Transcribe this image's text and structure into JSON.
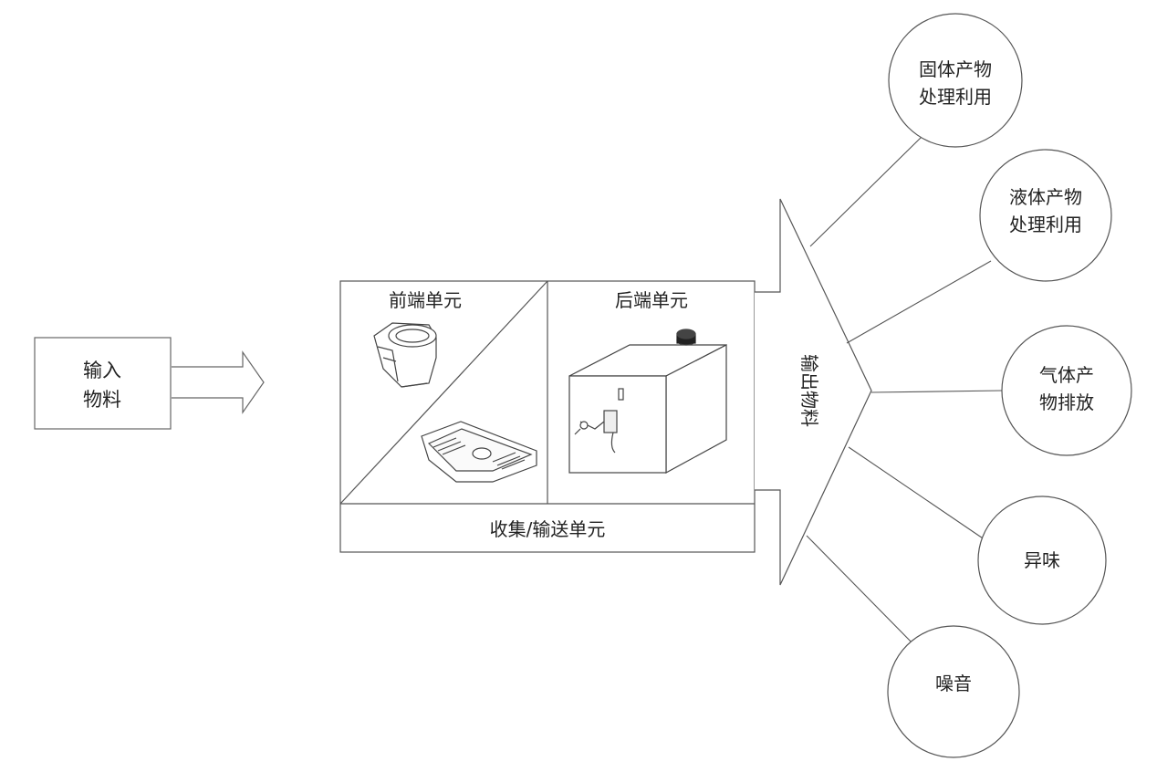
{
  "input": {
    "line1": "输入",
    "line2": "物料"
  },
  "system": {
    "front_unit": "前端单元",
    "back_unit": "后端单元",
    "collect_unit": "收集/输送单元"
  },
  "output_label": "输出物料",
  "outputs": [
    {
      "line1": "固体产物",
      "line2": "处理利用"
    },
    {
      "line1": "液体产物",
      "line2": "处理利用"
    },
    {
      "line1": "气体产",
      "line2": "物排放"
    },
    {
      "line1": "异味",
      "line2": ""
    },
    {
      "line1": "噪音",
      "line2": ""
    }
  ],
  "icons": [
    "toilet-icon",
    "squat-toilet-icon",
    "treatment-tank-icon"
  ]
}
